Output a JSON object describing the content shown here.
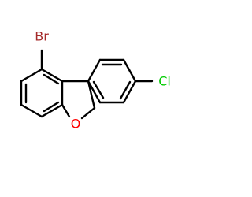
{
  "molecule": {
    "atoms": [
      {
        "symbol": "Br",
        "color": "#a52a2a"
      },
      {
        "symbol": "O",
        "color": "#ff0000"
      },
      {
        "symbol": "Cl",
        "color": "#00cc00"
      }
    ]
  }
}
